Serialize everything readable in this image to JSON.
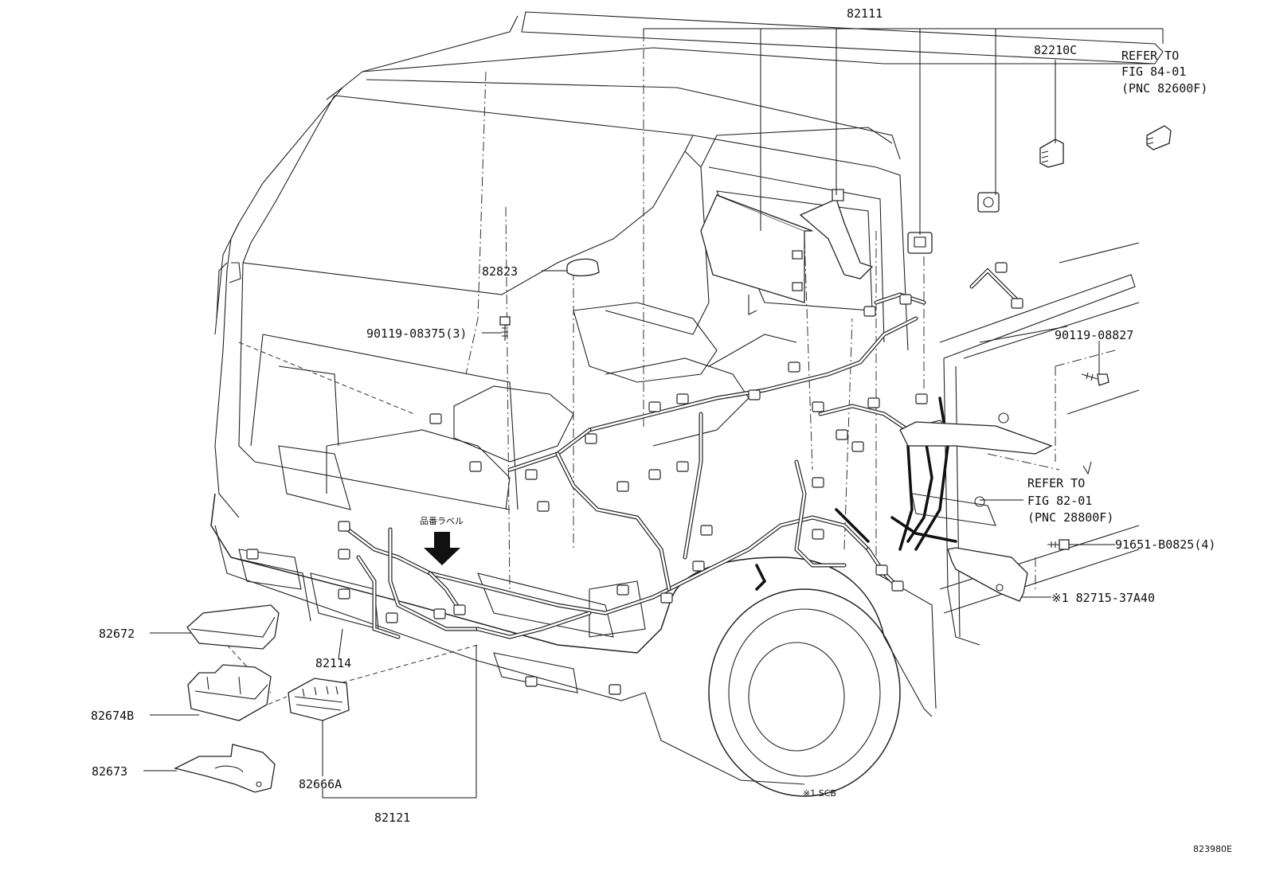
{
  "diagram_id": "823980E",
  "labels": {
    "p82111": "82111",
    "p82210C": "82210C",
    "refer1_line1": "REFER TO",
    "refer1_line2": "FIG 84-01",
    "refer1_line3": "(PNC 82600F)",
    "p82823": "82823",
    "p90119_08375": "90119-08375(3)",
    "p90119_08827": "90119-08827",
    "refer2_line1": "REFER TO",
    "refer2_line2": "FIG 82-01",
    "refer2_line3": "(PNC 28800F)",
    "p91651": "91651-B0825(4)",
    "p82715": "※1 82715-37A40",
    "p82672": "82672",
    "p82114": "82114",
    "p82674B": "82674B",
    "p82673": "82673",
    "p82666A": "82666A",
    "p82121": "82121",
    "scb_note": "※1 SCB",
    "jp_label": "品番ラベル"
  }
}
